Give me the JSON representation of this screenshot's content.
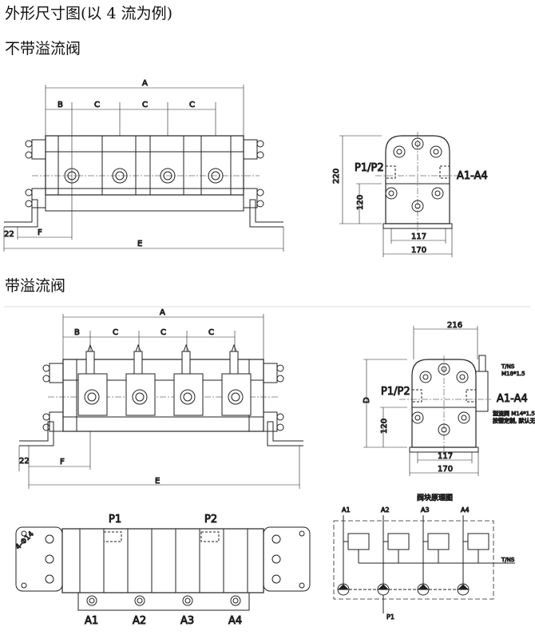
{
  "document": {
    "title": "外形尺寸图(以 4 流为例)",
    "section_without_relief": "不带溢流阀",
    "section_with_relief": "带溢流阀"
  },
  "dimensions": {
    "A": "A",
    "B": "B",
    "C": "C",
    "E": "E",
    "F": "F",
    "D": "D",
    "d22": "22",
    "d220": "220",
    "d120": "120",
    "d117": "117",
    "d170": "170",
    "d216": "216"
  },
  "ports": {
    "P1P2": "P1/P2",
    "A1_A4": "A1-A4",
    "P1": "P1",
    "P2": "P2",
    "A1": "A1",
    "A2": "A2",
    "A3": "A3",
    "A4": "A4",
    "TNS": "T/NS"
  },
  "notes": {
    "tns_thread": "M18*1.5",
    "relief_note_1": "溢流阀 M14*1.5",
    "relief_note_2": "按需定制, 默认无",
    "mount_holes": "4-Φ14",
    "schematic_title": "阀块原理图"
  }
}
